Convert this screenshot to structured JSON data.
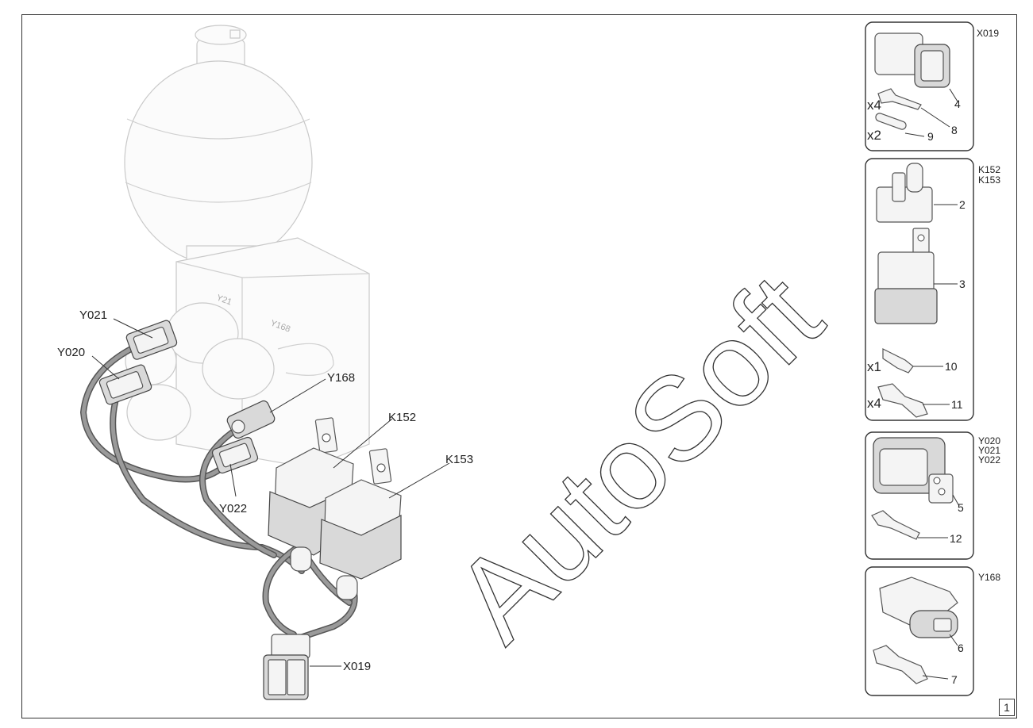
{
  "diagram": {
    "callouts": {
      "y021": "Y021",
      "y020": "Y020",
      "y168": "Y168",
      "k152": "K152",
      "k153": "K153",
      "y022": "Y022",
      "x019": "X019"
    },
    "embossed": {
      "y21": "Y21",
      "y168": "Y168"
    }
  },
  "panels": [
    {
      "codes": [
        "X019"
      ],
      "items": [
        {
          "qty": "",
          "number": "4"
        },
        {
          "qty": "x4",
          "number": "8"
        },
        {
          "qty": "x2",
          "number": "9"
        }
      ]
    },
    {
      "codes": [
        "K152",
        "K153"
      ],
      "items": [
        {
          "qty": "",
          "number": "2"
        },
        {
          "qty": "",
          "number": "3"
        },
        {
          "qty": "x1",
          "number": "10"
        },
        {
          "qty": "x4",
          "number": "11"
        }
      ]
    },
    {
      "codes": [
        "Y020",
        "Y021",
        "Y022"
      ],
      "items": [
        {
          "qty": "",
          "number": "5"
        },
        {
          "qty": "",
          "number": "12"
        }
      ]
    },
    {
      "codes": [
        "Y168"
      ],
      "items": [
        {
          "qty": "",
          "number": "6"
        },
        {
          "qty": "",
          "number": "7"
        }
      ]
    }
  ],
  "watermark": "AutoSoft",
  "page_number": "1",
  "colors": {
    "line": "#333333",
    "ghost": "#c9c9c9",
    "wire": "#555555"
  }
}
